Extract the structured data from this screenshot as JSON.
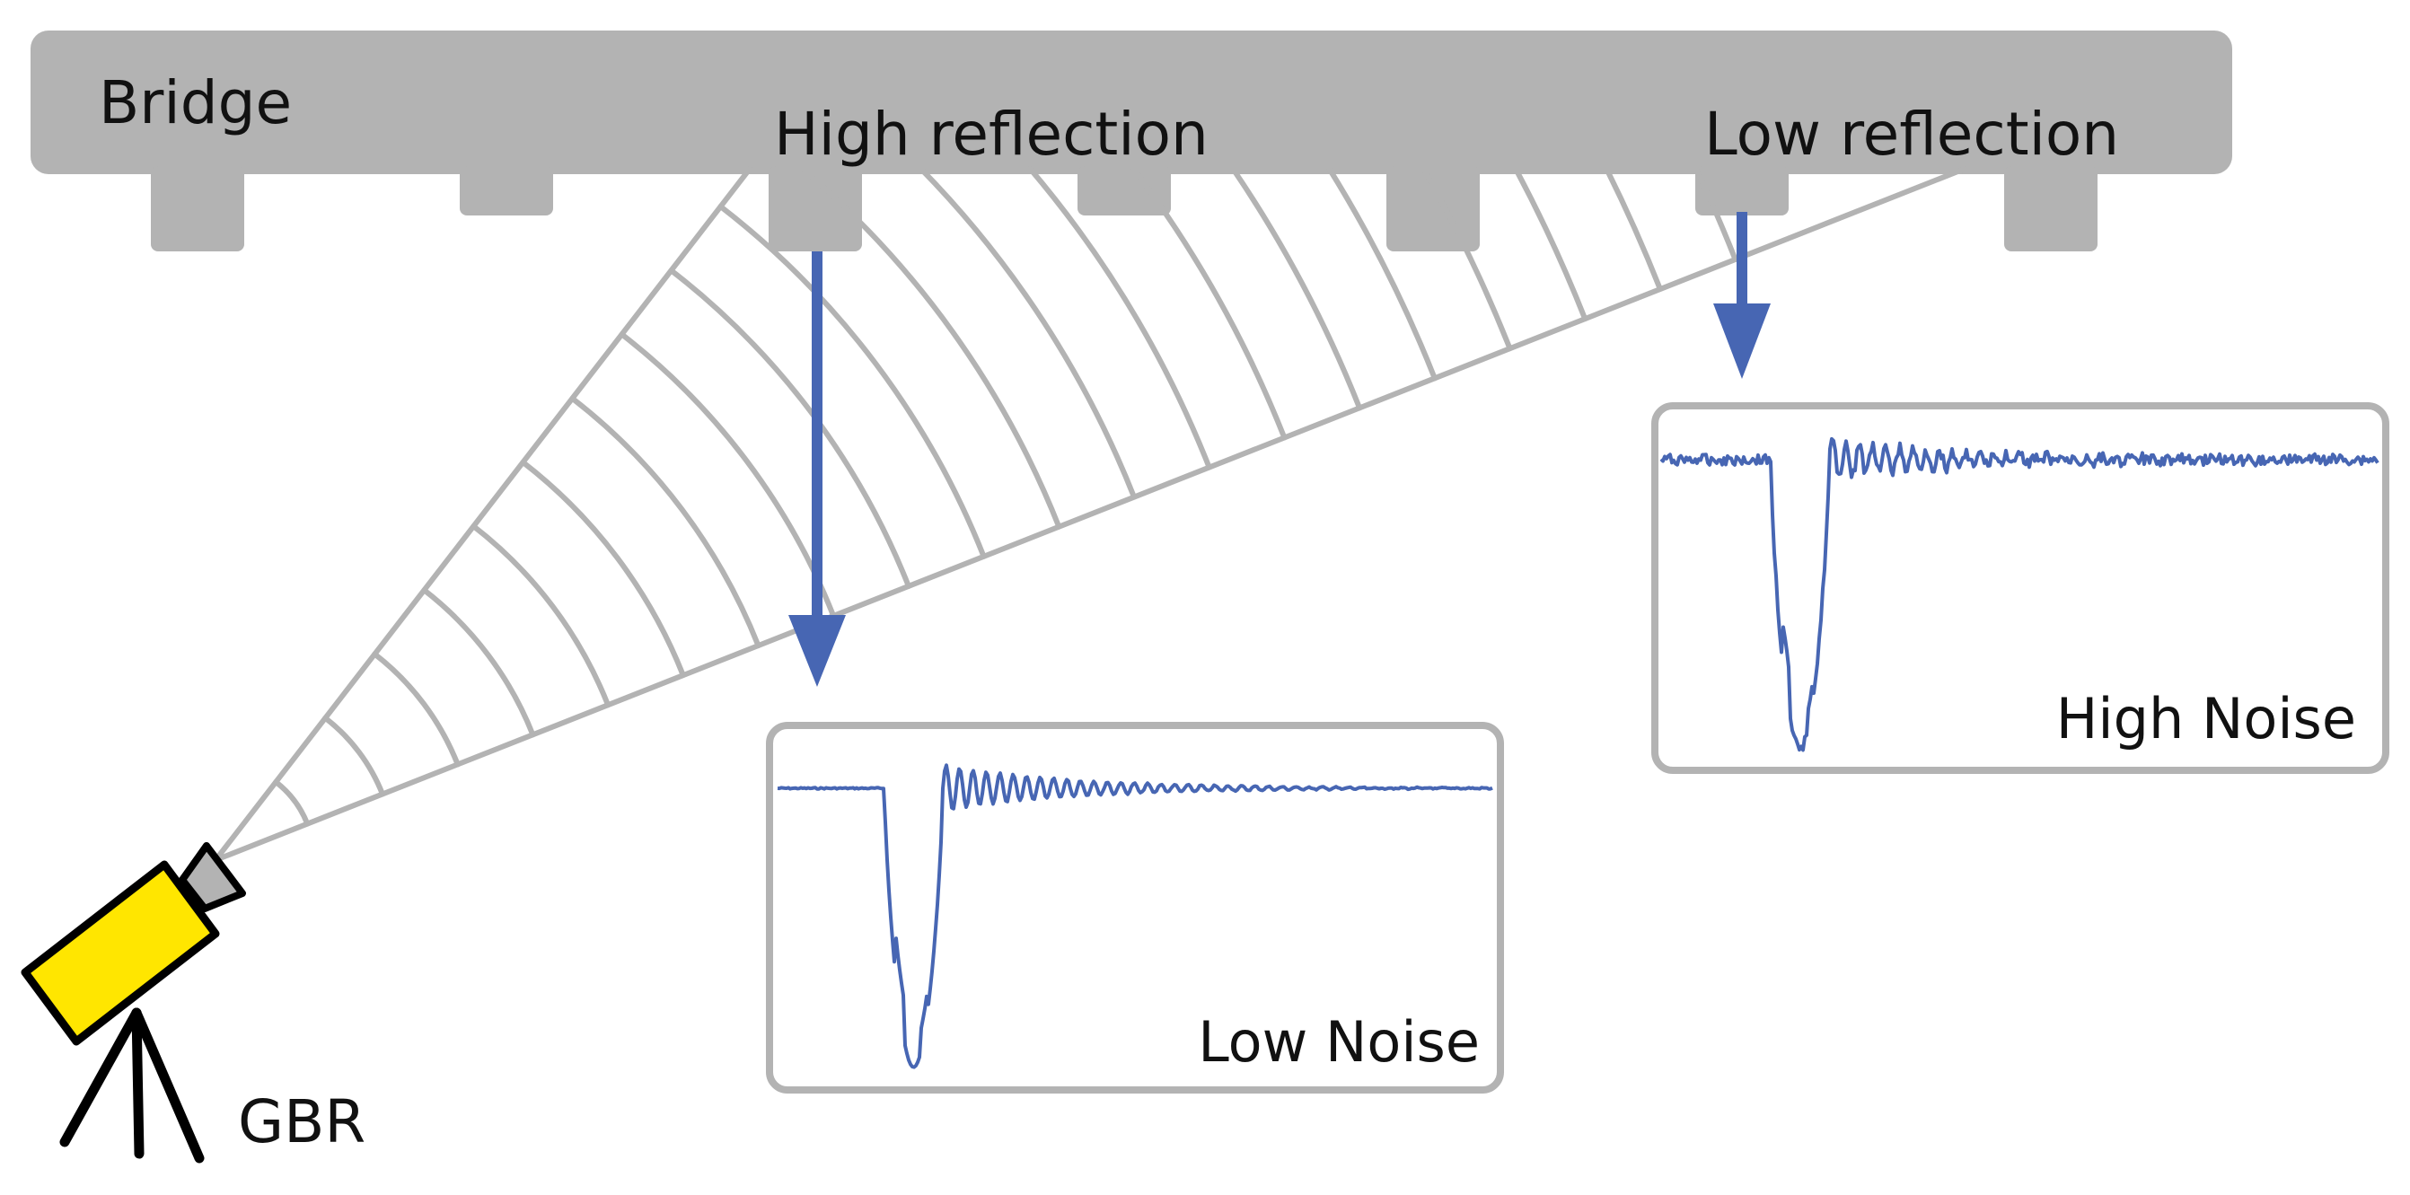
{
  "labels": {
    "bridge": "Bridge",
    "high_reflection": "High reflection",
    "low_reflection": "Low reflection",
    "low_noise": "Low Noise",
    "high_noise": "High Noise",
    "radar": "GBR"
  },
  "colors": {
    "bridge": "#b3b3b3",
    "beam_lines": "#b3b3b3",
    "arrow": "#4766b3",
    "signal": "#4766b3",
    "panel_border": "#b3b3b3",
    "radar_body": "#ffe600",
    "radar_lens": "#b3b3b3",
    "tripod": "#000000"
  },
  "icons": {
    "radar": "ground-based-radar-on-tripod-icon"
  }
}
